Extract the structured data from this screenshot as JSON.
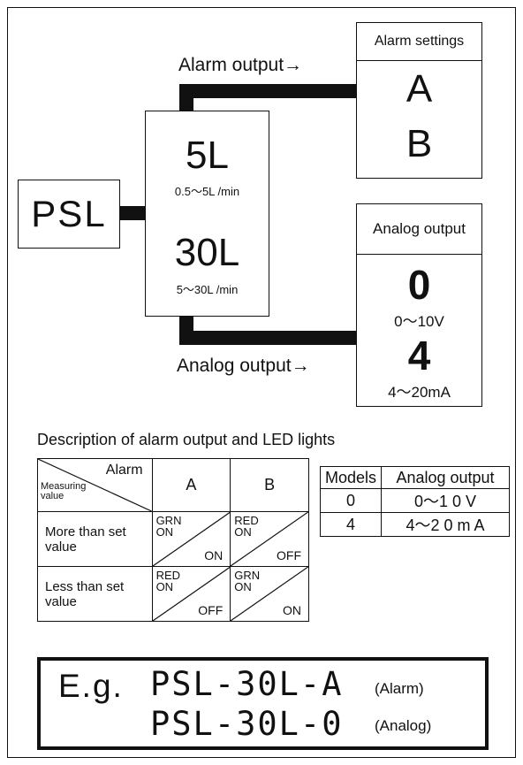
{
  "psl": {
    "label": "PSL"
  },
  "models": [
    {
      "name": "5L",
      "range": "0.5～5L /min"
    },
    {
      "name": "30L",
      "range": "5～30L /min"
    }
  ],
  "alarm_output_label": "Alarm output→",
  "analog_output_label": "Analog output→",
  "alarm_settings": {
    "title": "Alarm settings",
    "options": [
      "A",
      "B"
    ]
  },
  "analog_output": {
    "title": "Analog output",
    "options": [
      {
        "code": "0",
        "range": "0～10V"
      },
      {
        "code": "4",
        "range": "4～20mA"
      }
    ]
  },
  "description_title": "Description of alarm output and LED lights",
  "alarm_table": {
    "header_alarm": "Alarm",
    "header_measuring": "Measuring value",
    "col_a": "A",
    "col_b": "B",
    "rows": [
      {
        "label": "More than set value",
        "a": {
          "led": "GRN ON",
          "out": "ON"
        },
        "b": {
          "led": "RED ON",
          "out": "OFF"
        }
      },
      {
        "label": "Less than set value",
        "a": {
          "led": "RED ON",
          "out": "OFF"
        },
        "b": {
          "led": "GRN ON",
          "out": "ON"
        }
      }
    ]
  },
  "model_table": {
    "header_models": "Models",
    "header_analog": "Analog output",
    "rows": [
      {
        "model": "0",
        "output": "0～1 0 V"
      },
      {
        "model": "4",
        "output": "4～2 0 m A"
      }
    ]
  },
  "example": {
    "prefix": "E.g.",
    "lines": [
      {
        "code": "PSL-30L-A",
        "note": "(Alarm)"
      },
      {
        "code": "PSL-30L-0",
        "note": "(Analog)"
      }
    ]
  }
}
